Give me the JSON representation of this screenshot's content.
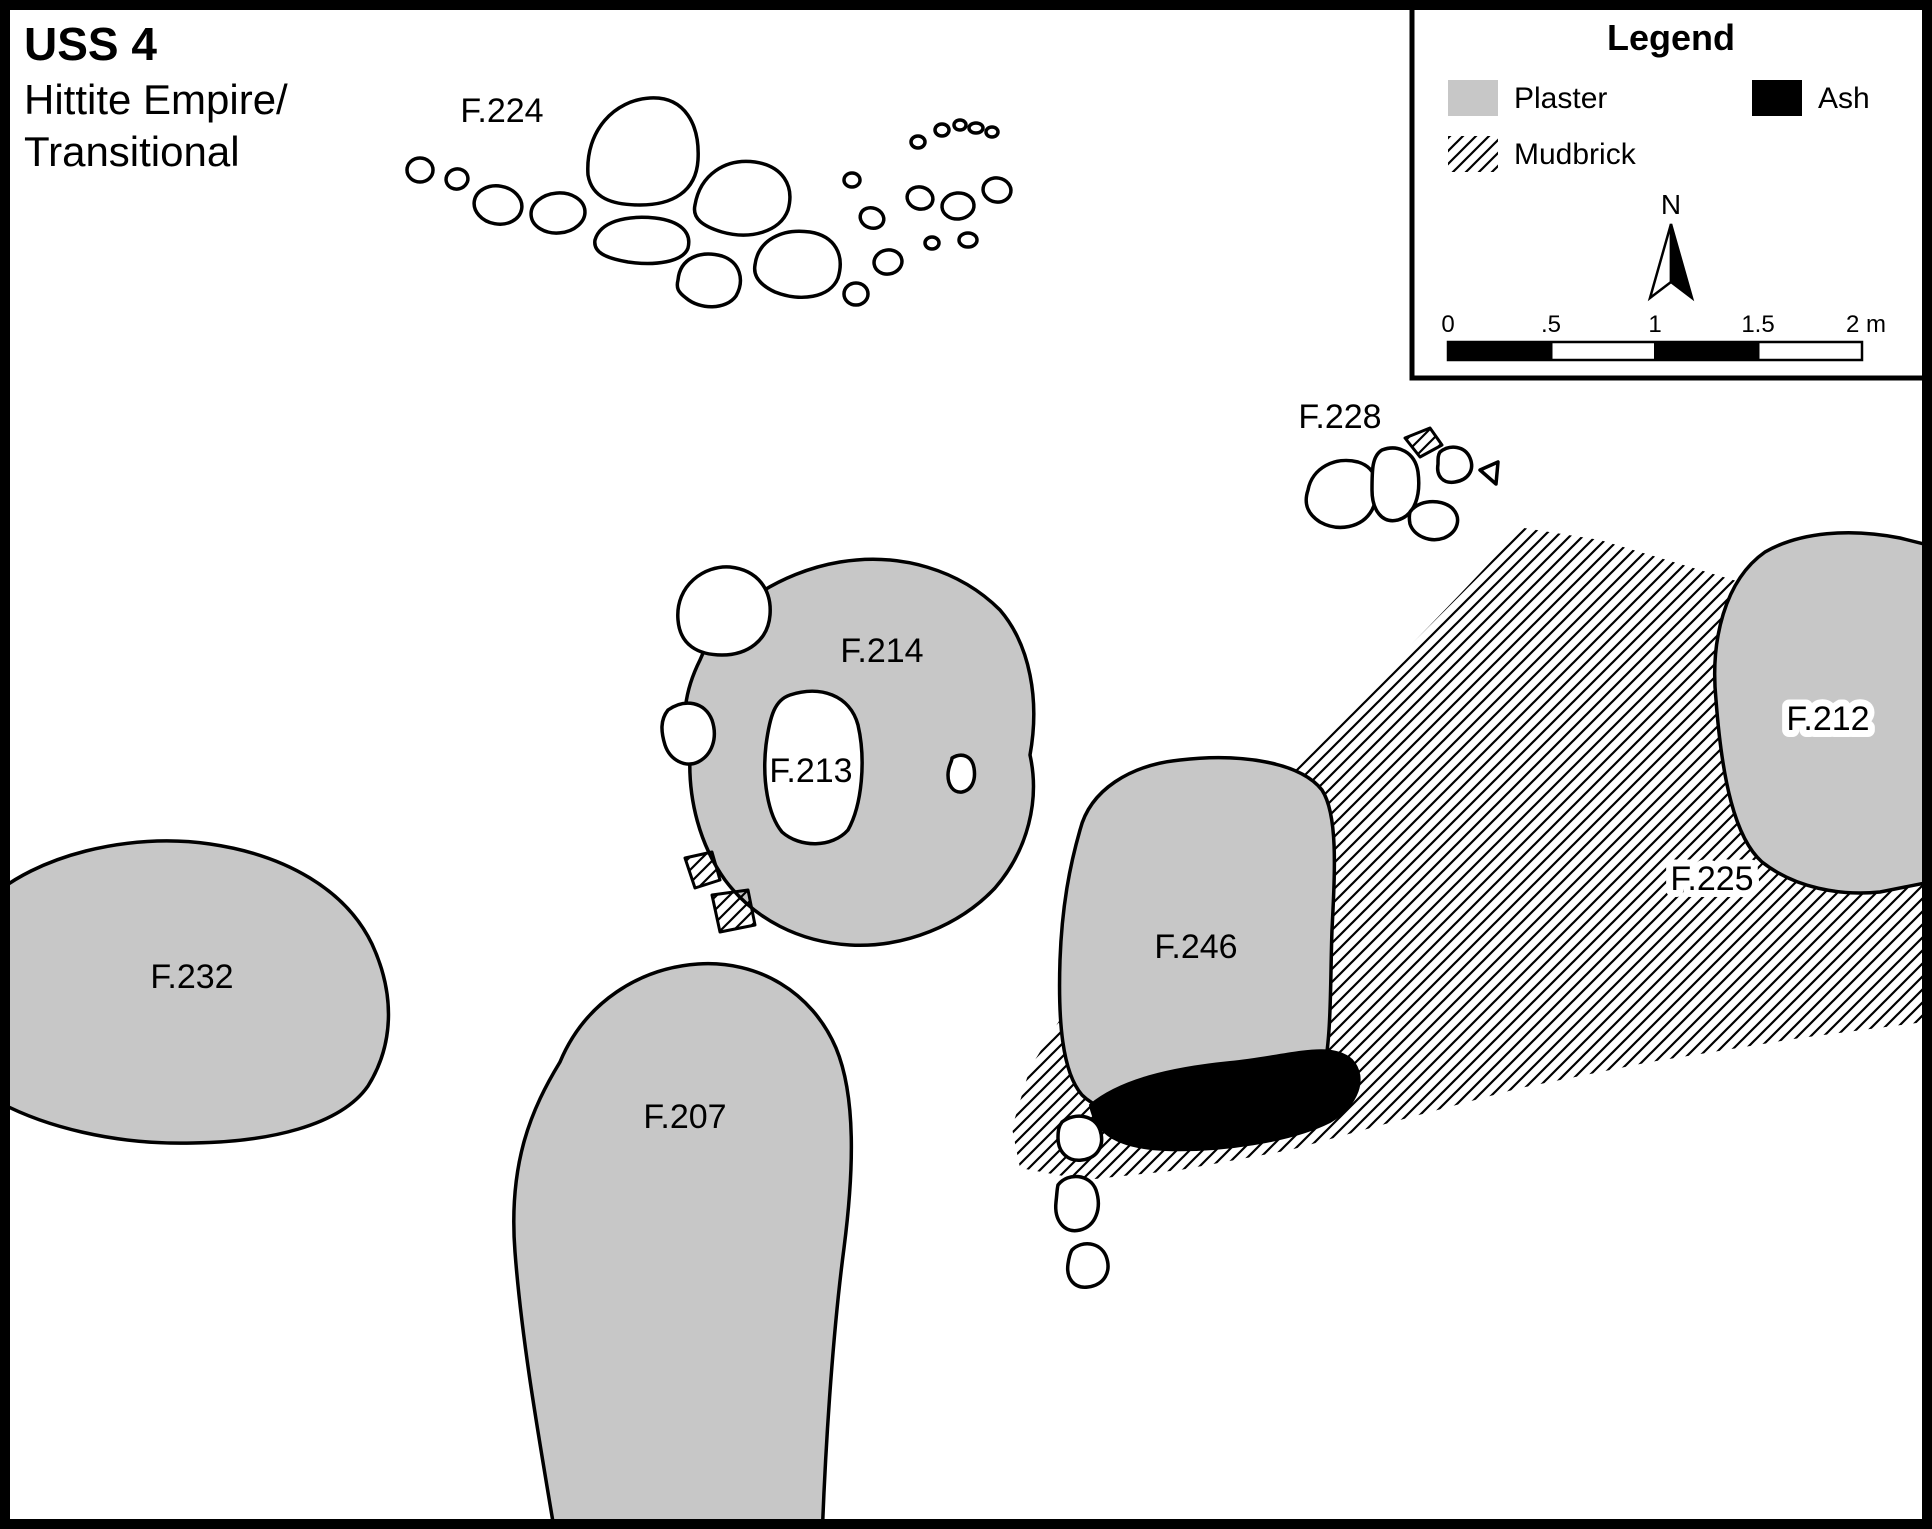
{
  "header": {
    "site": "USS 4",
    "period_line1": "Hittite Empire/",
    "period_line2": "Transitional"
  },
  "legend": {
    "title": "Legend",
    "items": [
      {
        "label": "Plaster",
        "type": "plaster"
      },
      {
        "label": "Ash",
        "type": "ash"
      },
      {
        "label": "Mudbrick",
        "type": "mudbrick"
      }
    ],
    "north_label": "N",
    "scale_ticks": [
      "0",
      ".5",
      "1",
      "1.5",
      "2 m"
    ]
  },
  "features": {
    "f224": {
      "label": "F.224"
    },
    "f228": {
      "label": "F.228"
    },
    "f214": {
      "label": "F.214"
    },
    "f213": {
      "label": "F.213"
    },
    "f212": {
      "label": "F.212"
    },
    "f225": {
      "label": "F.225"
    },
    "f246": {
      "label": "F.246"
    },
    "f232": {
      "label": "F.232"
    },
    "f207": {
      "label": "F.207"
    }
  },
  "colors": {
    "plaster": "#c7c7c7",
    "ash": "#000000",
    "background": "#ffffff",
    "outline": "#000000"
  }
}
